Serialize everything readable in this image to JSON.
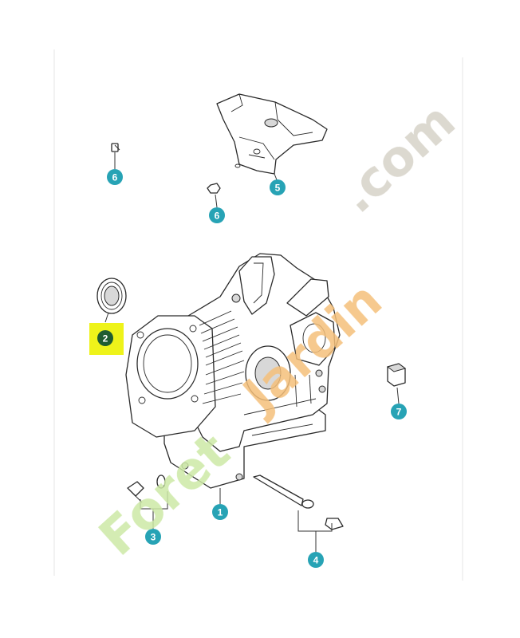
{
  "callouts": [
    {
      "id": "c1",
      "label": "1"
    },
    {
      "id": "c2",
      "label": "2",
      "highlighted": true
    },
    {
      "id": "c3",
      "label": "3"
    },
    {
      "id": "c4",
      "label": "4"
    },
    {
      "id": "c5",
      "label": "5"
    },
    {
      "id": "c6a",
      "label": "6"
    },
    {
      "id": "c6b",
      "label": "6"
    },
    {
      "id": "c7",
      "label": "7"
    }
  ],
  "watermark": {
    "prefix": "Foret",
    "middle": "Jardin",
    "suffix": ".com"
  },
  "colors": {
    "callout": "#27a3b5",
    "callout_highlighted": "#1f5c31",
    "highlight_box": "#eef31a",
    "watermark_green": "#cde9a6",
    "watermark_orange": "#f5c07a",
    "watermark_grey": "#d6d2c8"
  }
}
